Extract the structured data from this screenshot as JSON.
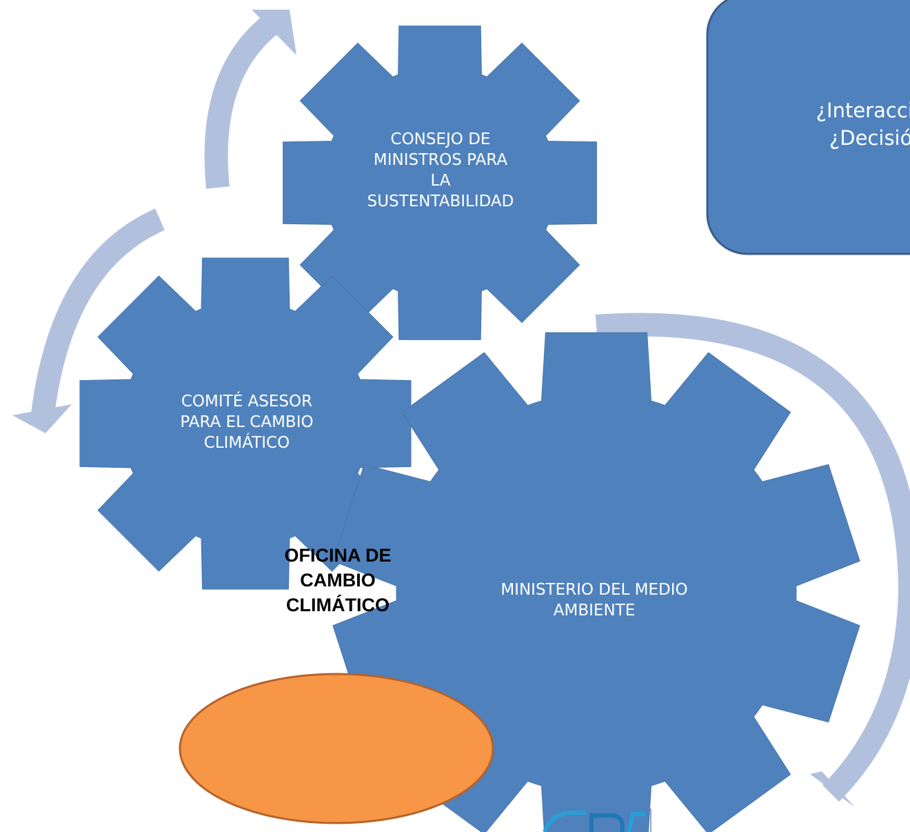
{
  "colors": {
    "gear": "#4f81bd",
    "gear_stroke": "#4a76ad",
    "arrow": "#b1c1dd",
    "oval_fill": "#f79646",
    "oval_stroke": "#b5632a",
    "callout_fill": "#4f81bd",
    "callout_stroke": "#385d8a"
  },
  "gears": {
    "consejo": {
      "label": "CONSEJO DE\nMINISTROS PARA\nLA\nSUSTENTABILIDAD"
    },
    "comite": {
      "label": "COMITÉ ASESOR\nPARA EL CAMBIO\nCLIMÁTICO"
    },
    "ministerio": {
      "label": "MINISTERIO DEL MEDIO\nAMBIENTE"
    }
  },
  "oval": {
    "label": "OFICINA DE\nCAMBIO\nCLIMÁTICO"
  },
  "callout": {
    "text": "¿Interacción?\n¿Decisión?"
  },
  "arrows": [
    {
      "name": "arrow-top-left",
      "icon": "curved-arrow-up-icon"
    },
    {
      "name": "arrow-left",
      "icon": "curved-arrow-down-left-icon"
    },
    {
      "name": "arrow-right",
      "icon": "curved-arrow-down-icon"
    }
  ],
  "logo": {
    "name": "logo-fragment"
  }
}
